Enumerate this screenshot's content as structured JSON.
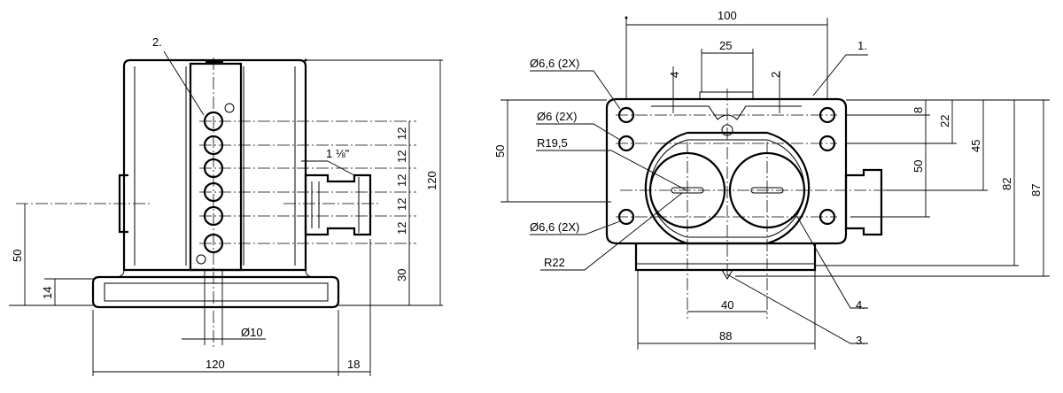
{
  "side_view": {
    "callout_2": "2.",
    "dim_height_120": "120",
    "dim_pitch": [
      "12",
      "12",
      "12",
      "12",
      "12"
    ],
    "dim_30": "30",
    "dim_50": "50",
    "dim_14": "14",
    "dim_diameter_10": "Ø10",
    "dim_width_120": "120",
    "dim_18": "18",
    "thread_label": "1 ⅛\""
  },
  "front_view": {
    "dim_100": "100",
    "dim_25": "25",
    "dim_4": "4",
    "dim_2": "2",
    "callout_1": "1.",
    "hole_top": "Ø6,6 (2X)",
    "hole_mid": "Ø6 (2X)",
    "radius_inner": "R19,5",
    "hole_bottom": "Ø6,6 (2X)",
    "radius_outer": "R22",
    "dim_50_left": "50",
    "dim_8": "8",
    "dim_22": "22",
    "dim_50_right": "50",
    "dim_45": "45",
    "dim_82": "82",
    "dim_87": "87",
    "dim_40": "40",
    "dim_88": "88",
    "callout_3": "3.",
    "callout_4": "4."
  }
}
